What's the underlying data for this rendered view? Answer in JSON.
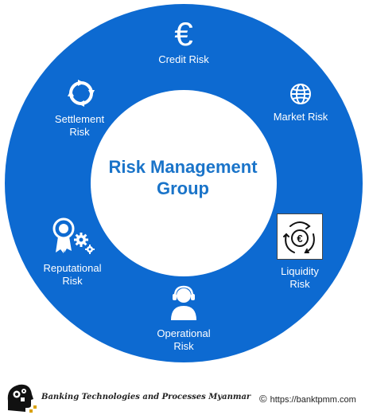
{
  "diagram": {
    "center": {
      "title_line1": "Risk Management",
      "title_line2": "Group"
    },
    "segments": [
      {
        "line1": "Credit Risk",
        "line2": "",
        "icon": "euro-icon"
      },
      {
        "line1": "Market Risk",
        "line2": "",
        "icon": "globe-icon"
      },
      {
        "line1": "Liquidity",
        "line2": "Risk",
        "icon": "euro-cycle-icon"
      },
      {
        "line1": "Operational",
        "line2": "Risk",
        "icon": "operator-headset-icon"
      },
      {
        "line1": "Reputational",
        "line2": "Risk",
        "icon": "award-ribbon-gears-icon"
      },
      {
        "line1": "Settlement",
        "line2": "Risk",
        "icon": "circular-arrows-icon"
      }
    ],
    "colors": {
      "ring": "#0d6ad1",
      "center_text": "#1a74c9",
      "label_text": "#ffffff"
    }
  },
  "footer": {
    "brand": "Banking Technologies and Processes Myanmar",
    "copyright_symbol": "©",
    "url": "https://banktpmm.com"
  }
}
